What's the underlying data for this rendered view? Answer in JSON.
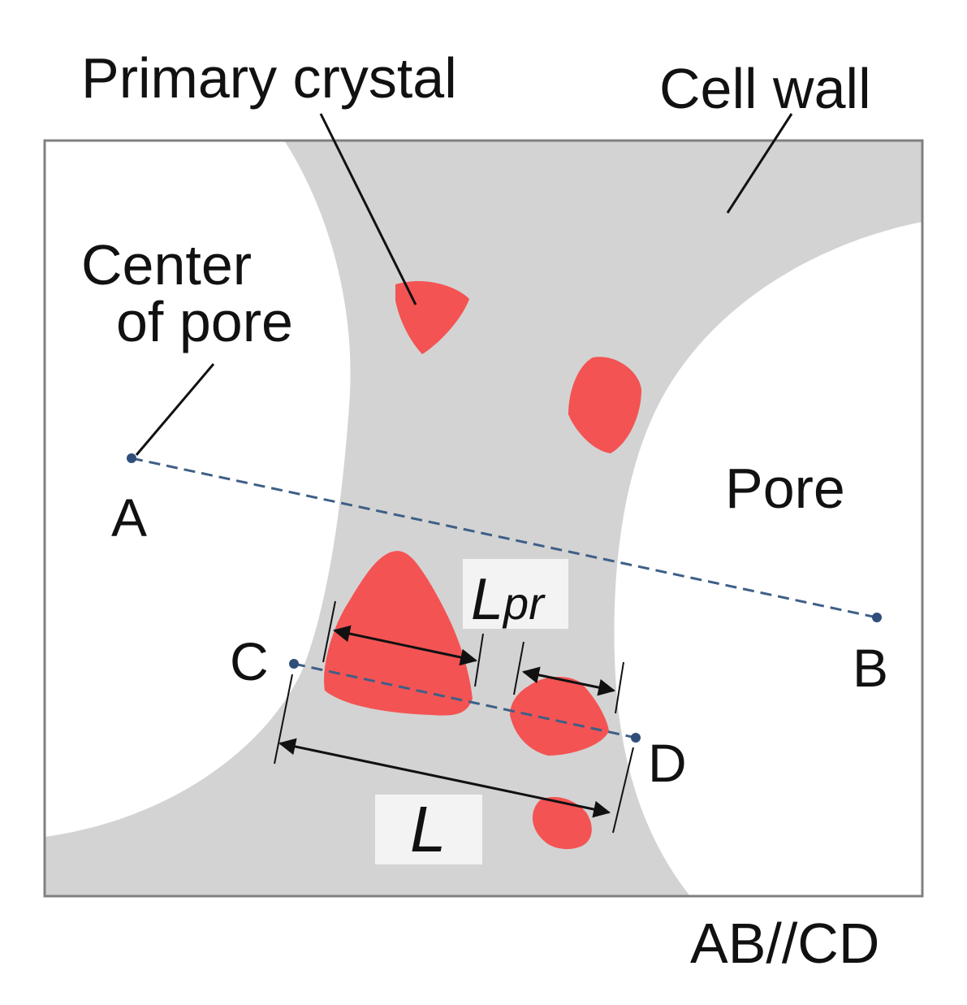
{
  "labels": {
    "primary_crystal": "Primary crystal",
    "cell_wall": "Cell wall",
    "center_of_pore_line1": "Center",
    "center_of_pore_line2": "of pore",
    "pore": "Pore",
    "point_a": "A",
    "point_b": "B",
    "point_c": "C",
    "point_d": "D",
    "lpr_main": "L",
    "lpr_sub": "pr",
    "l_total": "L",
    "parallel_note": "AB//CD"
  },
  "colors": {
    "cell_wall": "#d3d3d3",
    "pore": "#ffffff",
    "crystal": "#f45353",
    "dashed_line": "#3e5f86",
    "point": "#2f4f7a",
    "frame": "#808080",
    "label_box": "#f3f3f3"
  }
}
